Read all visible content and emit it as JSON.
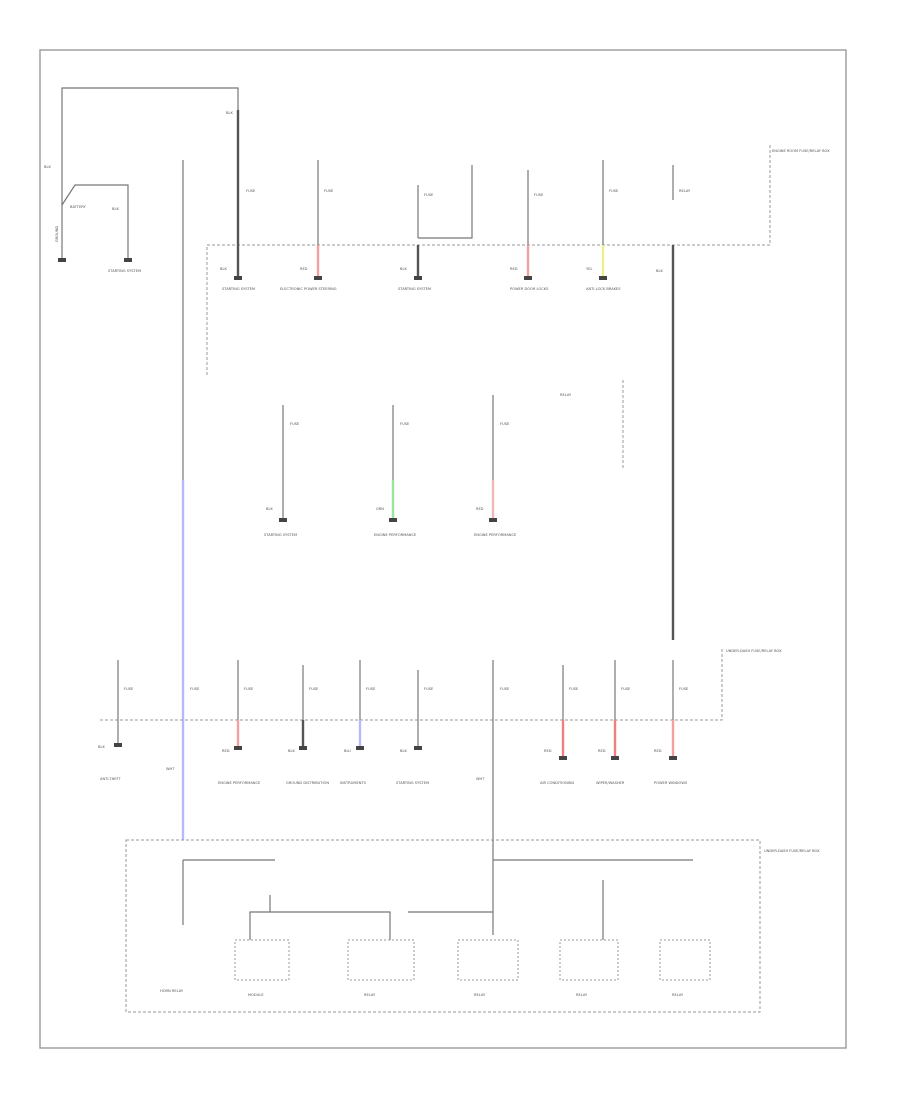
{
  "diagram": {
    "footer_code": "",
    "battery": {
      "label": "BATTERY",
      "wire_left": "BLK",
      "wire_right": "BLK",
      "ground_label": "GROUND",
      "starter_label": "STARTING SYSTEM"
    },
    "fuse_box_1": {
      "title": "ENGINE ROOM FUSE/RELAY BOX",
      "main_wire": "BLK",
      "outputs": [
        {
          "fuse": "FUSE",
          "wire": "BLK",
          "circuit": "STARTING SYSTEM",
          "color": "#555555"
        },
        {
          "fuse": "FUSE",
          "wire": "RED",
          "circuit": "ELECTRONIC POWER STEERING",
          "color": "#f2a0a0"
        },
        {
          "fuse": "FUSE",
          "wire": "BLK",
          "circuit": "STARTING SYSTEM",
          "color": "#555555"
        },
        {
          "fuse": "FUSE",
          "wire": "RED",
          "circuit": "POWER DOOR LOCKS",
          "color": "#f2a0a0"
        },
        {
          "fuse": "FUSE",
          "wire": "YEL",
          "circuit": "ANTI-LOCK BRAKES",
          "color": "#eeee90"
        },
        {
          "fuse": "RELAY",
          "wire": "BLK",
          "circuit": "",
          "color": "#555555"
        }
      ]
    },
    "mid_fuses": {
      "outputs": [
        {
          "fuse": "FUSE",
          "wire": "BLK",
          "circuit": "STARTING SYSTEM",
          "color": "#555555"
        },
        {
          "fuse": "FUSE",
          "wire": "GRN",
          "circuit": "ENGINE PERFORMANCE",
          "color": "#9ae69a"
        },
        {
          "fuse": "FUSE",
          "wire": "RED",
          "circuit": "ENGINE PERFORMANCE",
          "color": "#f2b8b8"
        }
      ],
      "relay_label": "RELAY"
    },
    "fuse_box_2": {
      "title": "UNDER-DASH FUSE/RELAY BOX",
      "outputs": [
        {
          "fuse": "FUSE",
          "wire": "BLK",
          "circuit": "ANTI-THEFT",
          "color": "#555555"
        },
        {
          "fuse": "FUSE",
          "wire": "WHT",
          "circuit": "",
          "color": "#b8b8ff"
        },
        {
          "fuse": "FUSE",
          "wire": "RED",
          "circuit": "ENGINE PERFORMANCE",
          "color": "#f2a0a0"
        },
        {
          "fuse": "FUSE",
          "wire": "BLK",
          "circuit": "GROUND DISTRIBUTION",
          "color": "#555555"
        },
        {
          "fuse": "FUSE",
          "wire": "BLU",
          "circuit": "INSTRUMENTS",
          "color": "#b8b8ff"
        },
        {
          "fuse": "FUSE",
          "wire": "BLK",
          "circuit": "STARTING SYSTEM",
          "color": "#777777"
        },
        {
          "fuse": "FUSE",
          "wire": "WHT",
          "circuit": "",
          "color": "#777777"
        },
        {
          "fuse": "FUSE",
          "wire": "RED",
          "circuit": "AIR CONDITIONING",
          "color": "#f08080"
        },
        {
          "fuse": "FUSE",
          "wire": "RED",
          "circuit": "WIPER/WASHER",
          "color": "#f08080"
        },
        {
          "fuse": "FUSE",
          "wire": "RED",
          "circuit": "POWER WINDOWS",
          "color": "#f2a0a0"
        }
      ]
    },
    "fuse_box_3": {
      "title": "UNDER-DASH FUSE/RELAY BOX",
      "components": [
        "HORN RELAY",
        "MODULE",
        "RELAY",
        "RELAY",
        "RELAY",
        "RELAY"
      ]
    },
    "colors": {
      "frame": "#9a9a9a",
      "wire": "#555555",
      "blue_wire": "#b8b8ff",
      "red_wire": "#f2a0a0",
      "green_wire": "#9ae69a",
      "yellow_wire": "#eeee90"
    }
  }
}
